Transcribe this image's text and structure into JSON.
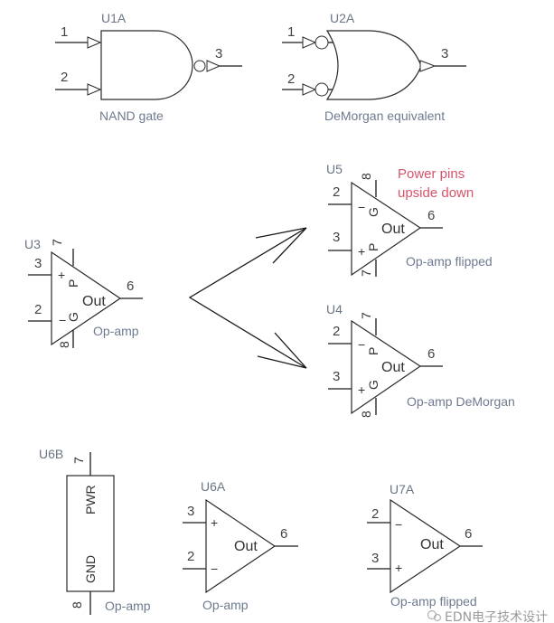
{
  "nand": {
    "ref": "U1A",
    "pin_in1": "1",
    "pin_in2": "2",
    "pin_out": "3",
    "caption": "NAND gate"
  },
  "demorgan_gate": {
    "ref": "U2A",
    "pin_in1": "1",
    "pin_in2": "2",
    "pin_out": "3",
    "caption": "DeMorgan equivalent"
  },
  "u3": {
    "ref": "U3",
    "pin_plus": "3",
    "pin_minus": "2",
    "pin_out": "6",
    "pin_pwr": "7",
    "pin_gnd": "8",
    "plus_sign": "+",
    "minus_sign": "−",
    "p_label": "P",
    "g_label": "G",
    "out_label": "Out",
    "caption": "Op-amp"
  },
  "u5": {
    "ref": "U5",
    "pin_minus": "2",
    "pin_plus": "3",
    "pin_out": "6",
    "pin_top": "8",
    "pin_bottom": "7",
    "plus_sign": "+",
    "minus_sign": "−",
    "p_label": "P",
    "g_label": "G",
    "out_label": "Out",
    "caption": "Op-amp flipped",
    "note_line1": "Power pins",
    "note_line2": "upside down"
  },
  "u4": {
    "ref": "U4",
    "pin_minus": "2",
    "pin_plus": "3",
    "pin_out": "6",
    "pin_top": "7",
    "pin_bottom": "8",
    "plus_sign": "+",
    "minus_sign": "−",
    "p_label": "P",
    "g_label": "G",
    "out_label": "Out",
    "caption": "Op-amp DeMorgan"
  },
  "u6b": {
    "ref": "U6B",
    "pin_pwr": "7",
    "pin_gnd": "8",
    "pwr_label": "PWR",
    "gnd_label": "GND",
    "caption": "Op-amp"
  },
  "u6a": {
    "ref": "U6A",
    "pin_plus": "3",
    "pin_minus": "2",
    "pin_out": "6",
    "plus_sign": "+",
    "minus_sign": "−",
    "out_label": "Out",
    "caption": "Op-amp"
  },
  "u7a": {
    "ref": "U7A",
    "pin_minus": "2",
    "pin_plus": "3",
    "pin_out": "6",
    "plus_sign": "+",
    "minus_sign": "−",
    "out_label": "Out",
    "caption": "Op-amp flipped"
  },
  "watermark": "EDN电子技术设计",
  "colors": {
    "note": "#d9536a",
    "caption": "#6e7a90",
    "line": "#1a1a1a"
  }
}
